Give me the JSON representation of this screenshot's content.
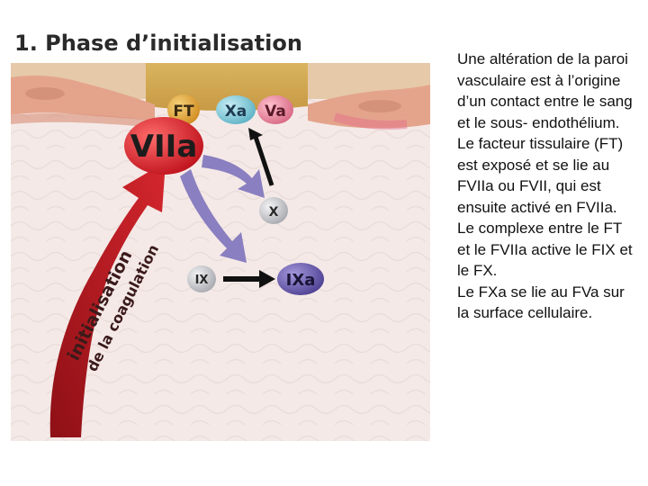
{
  "figure": {
    "title": "1. Phase d’initialisation",
    "nodes": {
      "ft": "FT",
      "viia": "VIIa",
      "xa": "Xa",
      "va": "Va",
      "x": "X",
      "ix": "IX",
      "ixa": "IXa"
    },
    "arrow_label_line1": "initialisation",
    "arrow_label_line2": "de la coagulation",
    "colors": {
      "viia": "#d8222e",
      "ft": "#e2a23a",
      "xa": "#7fc8d6",
      "va": "#e88aa0",
      "ixa": "#6c5fae",
      "gray_factor": "#bfc0c4",
      "arrow_red": "#b81c22",
      "arrow_purple": "#8a7fc0",
      "endothelium": "#e6ad95",
      "tissue": "#e8c46a"
    }
  },
  "caption": [
    "Une altération de la paroi vasculaire est à l’origine d’un contact entre le sang et le sous- endothélium.",
    "Le facteur tissulaire (FT) est exposé et se lie au FVIIa ou FVII, qui  est ensuite activé en FVIIa.",
    "Le complexe entre le FT et le FVIIa active le FIX et le FX.",
    "Le FXa se lie au FVa sur la surface cellulaire."
  ]
}
